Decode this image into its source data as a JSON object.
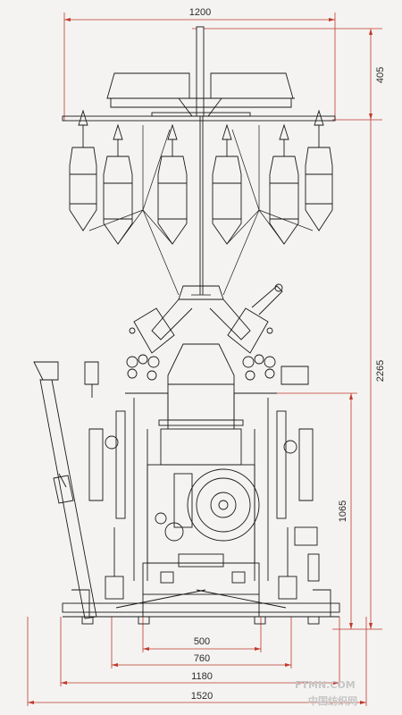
{
  "dimensions": {
    "top_width": "1200",
    "top_height": "405",
    "total_height": "2265",
    "bed_height": "1065",
    "d500": "500",
    "d760": "760",
    "d1180": "1180",
    "d1520": "1520"
  },
  "watermark": {
    "site": "FTMN.COM",
    "name": "中国纺织网"
  },
  "colors": {
    "dimension": "#c0392b",
    "drawing": "#1a1a1a",
    "background": "#f4f3f1"
  }
}
